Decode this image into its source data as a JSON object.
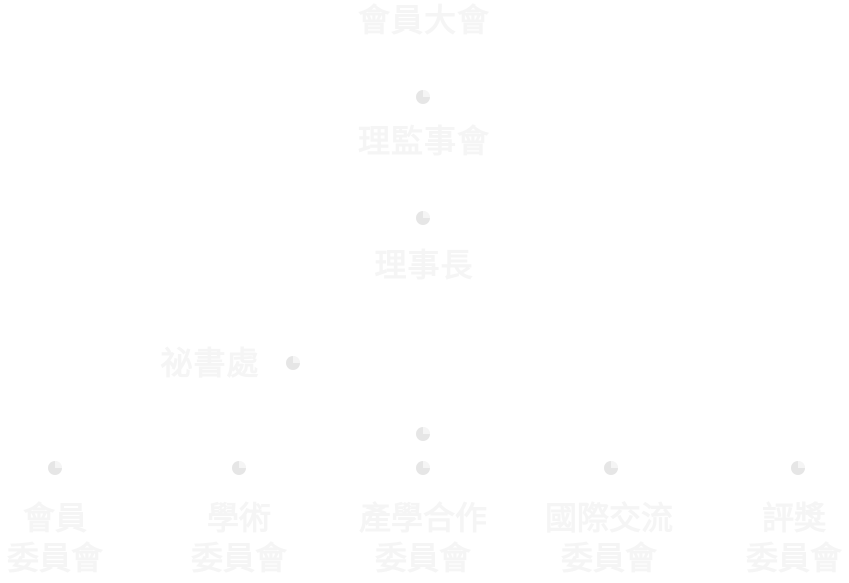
{
  "org_chart": {
    "top": "會員大會",
    "board": "理監事會",
    "chair": "理事長",
    "secretariat": "祕書處",
    "committees": [
      {
        "line1": "會員",
        "line2": "委員會"
      },
      {
        "line1": "學術",
        "line2": "委員會"
      },
      {
        "line1": "產學合作",
        "line2": "委員會"
      },
      {
        "line1": "國際交流",
        "line2": "委員會"
      },
      {
        "line1": "評獎",
        "line2": "委員會"
      }
    ]
  }
}
